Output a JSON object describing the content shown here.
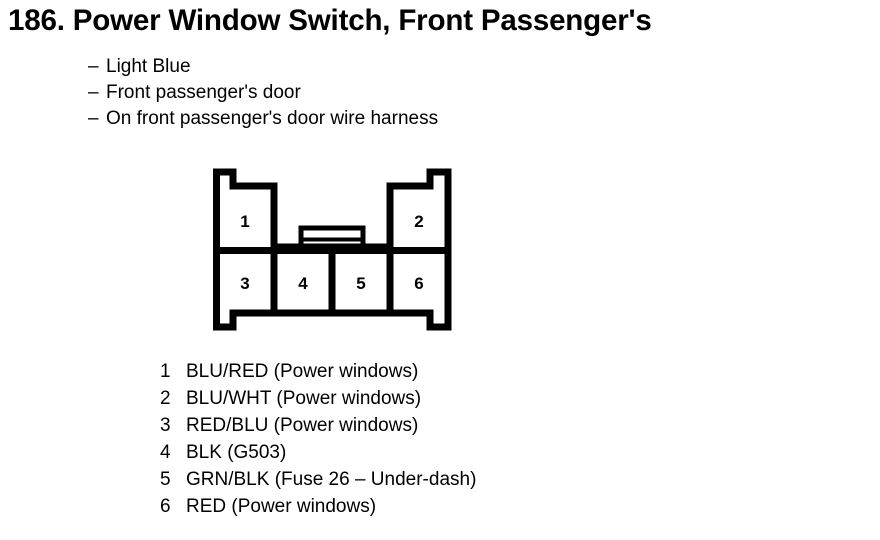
{
  "document": {
    "title_number": "186.",
    "title_text": "Power Window Switch, Front Passenger's",
    "title_full": "186. Power Window Switch, Front Passenger's"
  },
  "specs": {
    "dash": "–",
    "items": [
      {
        "label": "Light Blue"
      },
      {
        "label": "Front passenger's door"
      },
      {
        "label": "On front passenger's door wire harness"
      }
    ]
  },
  "connector": {
    "name": "6-pin connector",
    "top_row": [
      {
        "pin": "1"
      },
      {
        "pin": "2"
      }
    ],
    "bottom_row": [
      {
        "pin": "3"
      },
      {
        "pin": "4"
      },
      {
        "pin": "5"
      },
      {
        "pin": "6"
      }
    ],
    "latch_label": "center-latch-tab"
  },
  "pin_legend": [
    {
      "pin": "1",
      "desc": "BLU/RED (Power windows)"
    },
    {
      "pin": "2",
      "desc": "BLU/WHT (Power windows)"
    },
    {
      "pin": "3",
      "desc": "RED/BLU (Power windows)"
    },
    {
      "pin": "4",
      "desc": "BLK (G503)"
    },
    {
      "pin": "5",
      "desc": "GRN/BLK (Fuse 26 – Under-dash)"
    },
    {
      "pin": "6",
      "desc": "RED (Power windows)"
    }
  ],
  "colors": {
    "ink": "#000000",
    "paper": "#ffffff"
  }
}
